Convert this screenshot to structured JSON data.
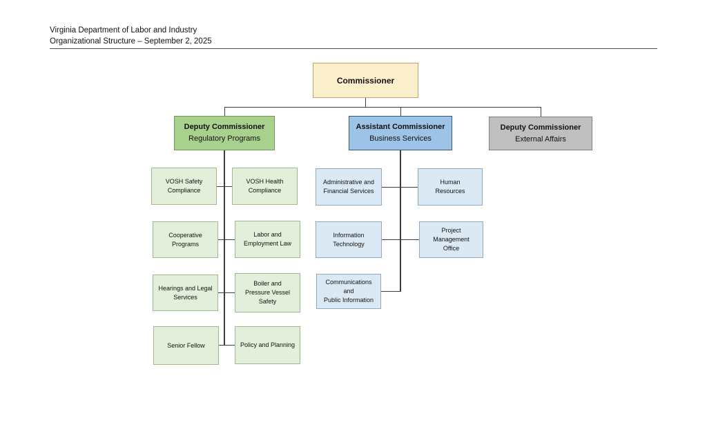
{
  "page": {
    "header": {
      "title": "Virginia Department of Labor and Industry",
      "subtitle": "Organizational Structure – September 2, 2025"
    }
  },
  "org": {
    "commissioner": {
      "title": "Commissioner"
    },
    "executives": [
      {
        "title": "Deputy Commissioner",
        "subtitle": "Regulatory Programs"
      },
      {
        "title": "Assistant Commissioner",
        "subtitle": "Business Services"
      },
      {
        "title": "Deputy Commissioner",
        "subtitle": "External Affairs"
      }
    ],
    "regulatory_units": [
      {
        "label": "VOSH Safety\nCompliance"
      },
      {
        "label": "VOSH Health\nCompliance"
      },
      {
        "label": "Cooperative\nPrograms"
      },
      {
        "label": "Labor and\nEmployment Law"
      },
      {
        "label": "Hearings and Legal\nServices"
      },
      {
        "label": "Boiler and\nPressure Vessel\nSafety"
      },
      {
        "label": "Senior Fellow"
      },
      {
        "label": "Policy and Planning"
      }
    ],
    "business_units": [
      {
        "label": "Administrative and\nFinancial Services"
      },
      {
        "label": "Human\nResources"
      },
      {
        "label": "Information\nTechnology"
      },
      {
        "label": "Project\nManagement\nOffice"
      },
      {
        "label": "Communications\nand\nPublic Information"
      }
    ]
  },
  "colors": {
    "commissioner_fill": "#FBEECB",
    "commissioner_border": "#C0A56A",
    "regulatory_fill": "#A9D18E",
    "business_fill": "#9DC3E6",
    "external_affairs_fill": "#BFBFBF",
    "regulatory_unit_fill": "#E3EFDA",
    "business_unit_fill": "#DBE9F5",
    "connector": "#3B3B3B"
  }
}
